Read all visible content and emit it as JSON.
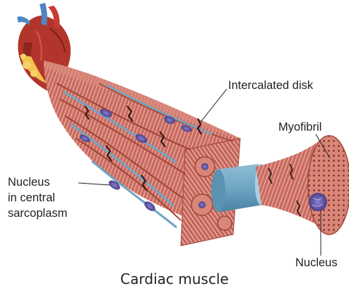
{
  "caption": "Cardiac muscle",
  "labels": {
    "intercalated_disk": "Intercalated disk",
    "myofibril": "Myofibril",
    "nucleus_central_line1": "Nucleus",
    "nucleus_central_line2": "in central",
    "nucleus_central_line3": "sarcoplasm",
    "nucleus": "Nucleus"
  },
  "colors": {
    "muscle": "#c96a5e",
    "muscle_dark": "#9e4538",
    "striation": "#e4a39a",
    "vessel": "#6fa6c4",
    "nucleus": "#5a4f9c",
    "heart": "#b2352b",
    "fat": "#f0c24a"
  }
}
